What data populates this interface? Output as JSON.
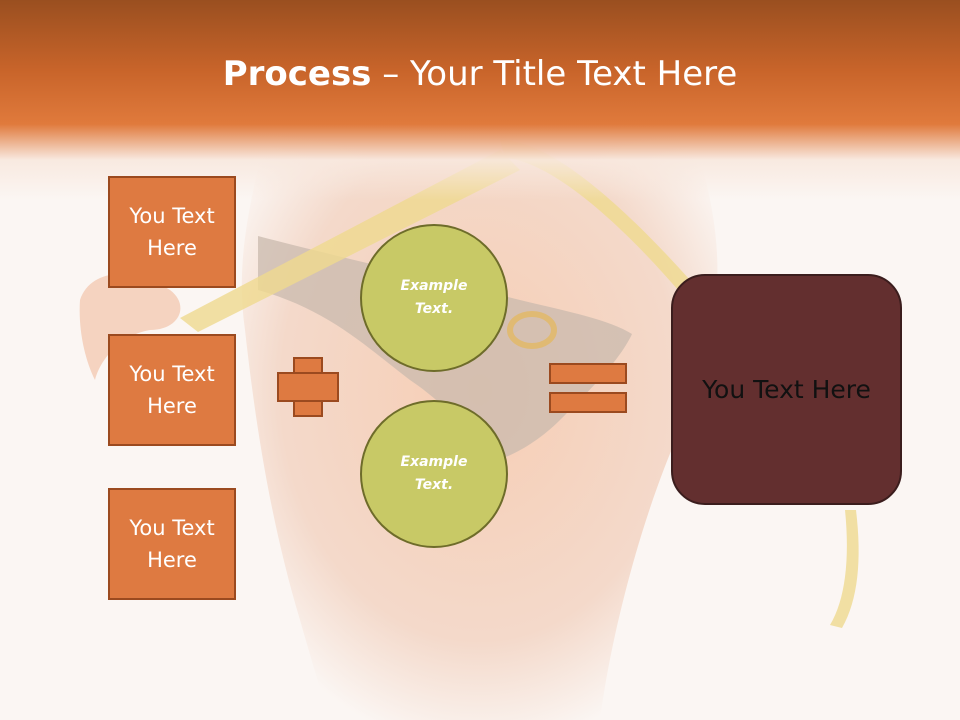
{
  "title": {
    "bold": "Process",
    "rest": " – Your Title Text Here"
  },
  "left_boxes": [
    {
      "label": "You Text Here"
    },
    {
      "label": "You Text Here"
    },
    {
      "label": "You Text Here"
    }
  ],
  "circles": [
    {
      "label": "Example Text."
    },
    {
      "label": "Example Text."
    }
  ],
  "result": {
    "label": "You Text Here"
  },
  "colors": {
    "title_band": "#c8642a",
    "box_fill": "#de7a41",
    "box_border": "#9b4a1f",
    "circle_fill": "#c8c966",
    "circle_border": "#6e6c2a",
    "result_fill": "#632f2f"
  }
}
